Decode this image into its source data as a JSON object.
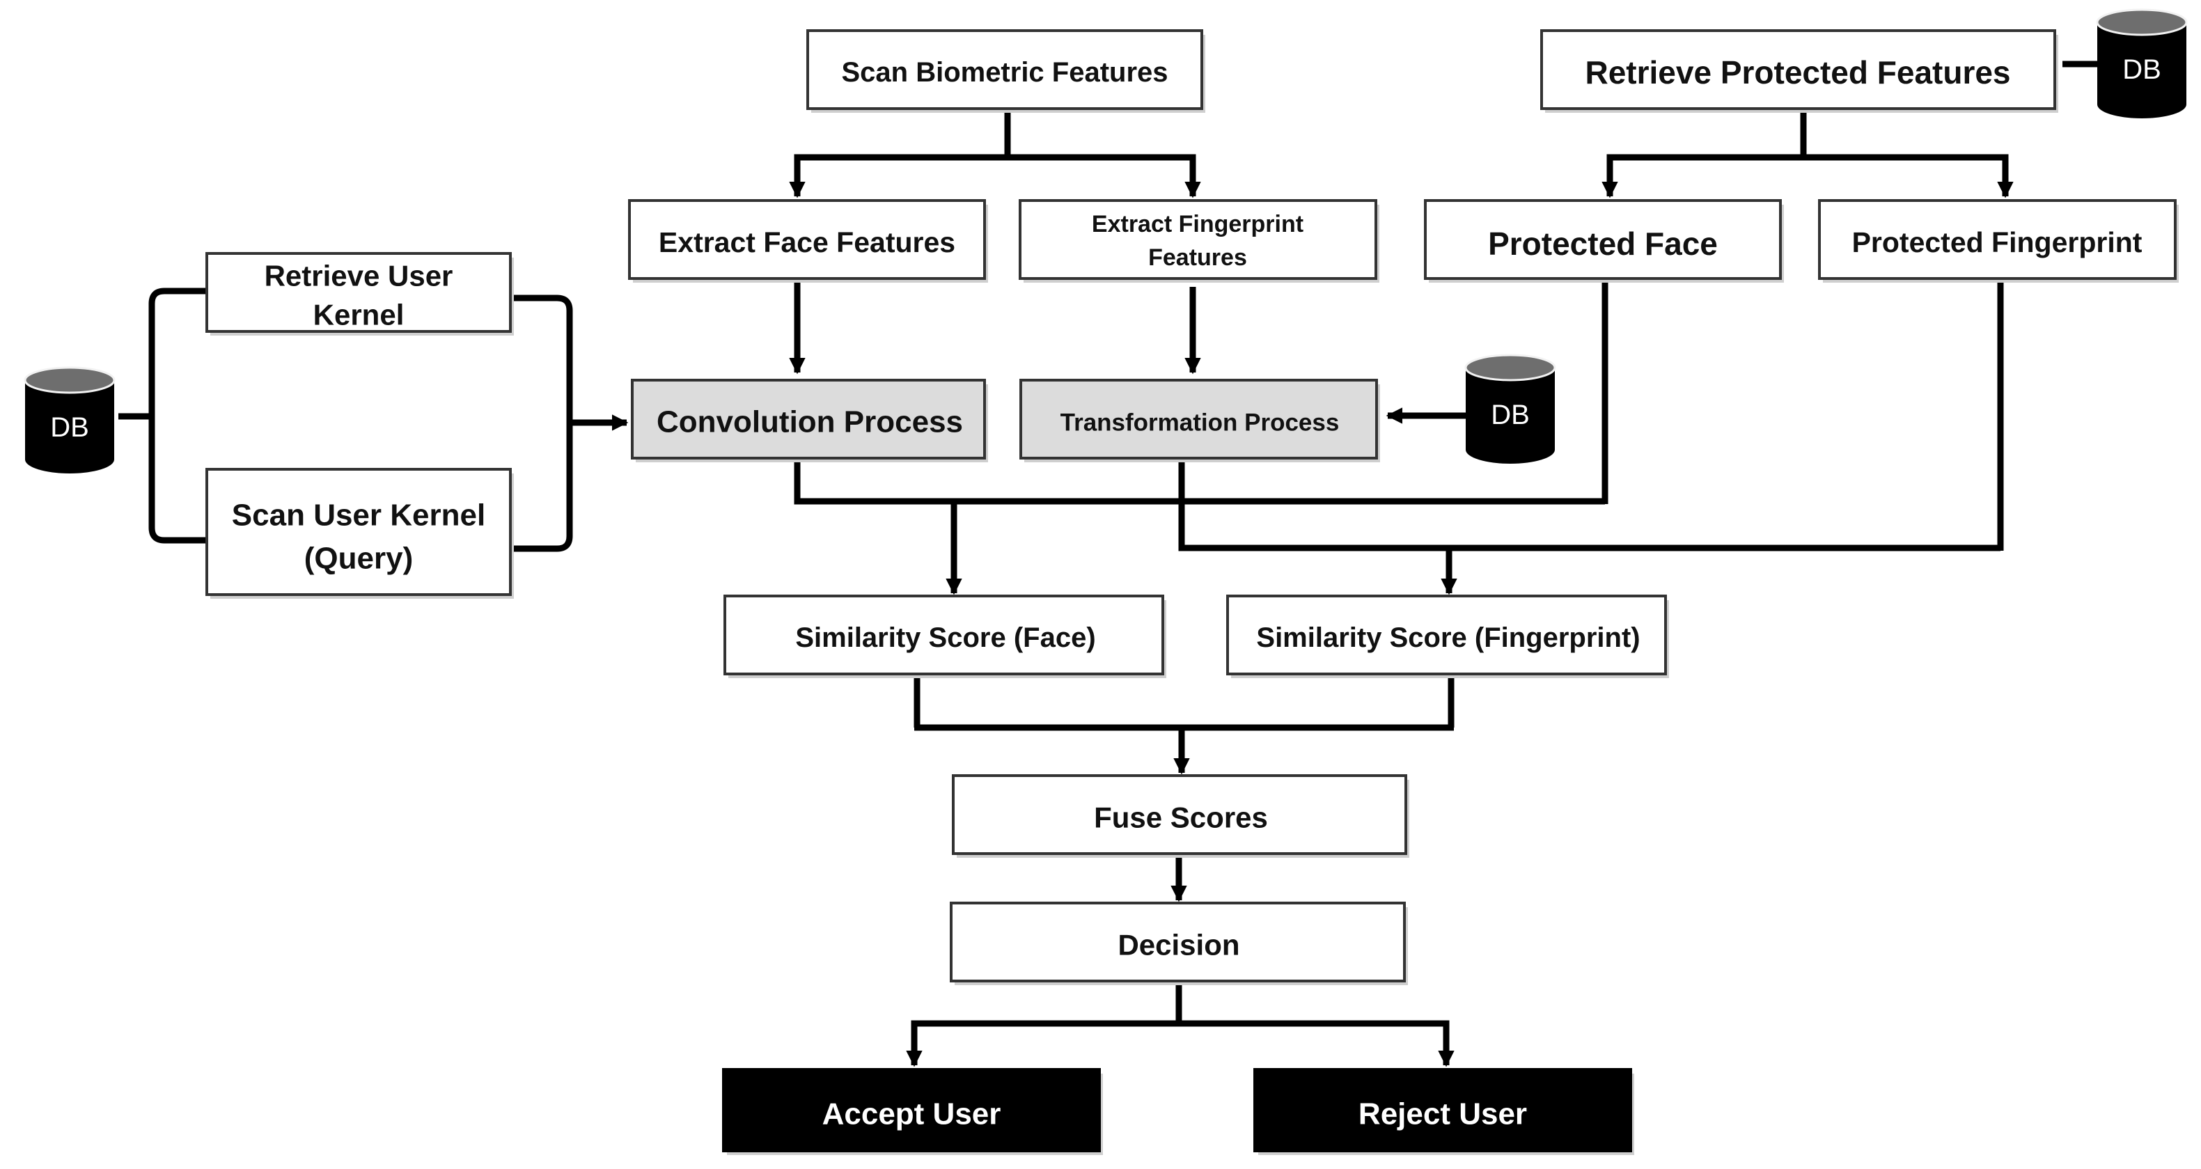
{
  "nodes": {
    "scan_biometric": "Scan Biometric Features",
    "retrieve_protected": "Retrieve Protected Features",
    "extract_face": "Extract Face Features",
    "extract_fingerprint_1": "Extract Fingerprint",
    "extract_fingerprint_2": "Features",
    "protected_face": "Protected Face",
    "protected_fingerprint": "Protected Fingerprint",
    "retrieve_kernel_1": "Retrieve User",
    "retrieve_kernel_2": "Kernel",
    "scan_kernel_1": "Scan User Kernel",
    "scan_kernel_2": "(Query)",
    "convolution": "Convolution Process",
    "transformation": "Transformation Process",
    "similarity_face": "Similarity Score (Face)",
    "similarity_fingerprint": "Similarity Score (Fingerprint)",
    "fuse": "Fuse Scores",
    "decision": "Decision",
    "accept": "Accept User",
    "reject": "Reject User"
  },
  "databases": {
    "db_left": "DB",
    "db_top_right": "DB",
    "db_middle": "DB"
  },
  "colors": {
    "box_fill": "#ffffff",
    "process_fill": "#dcdcdc",
    "terminal_fill": "#000000",
    "line": "#000000",
    "db_body": "#000000",
    "db_top": "#6e6e6e"
  }
}
